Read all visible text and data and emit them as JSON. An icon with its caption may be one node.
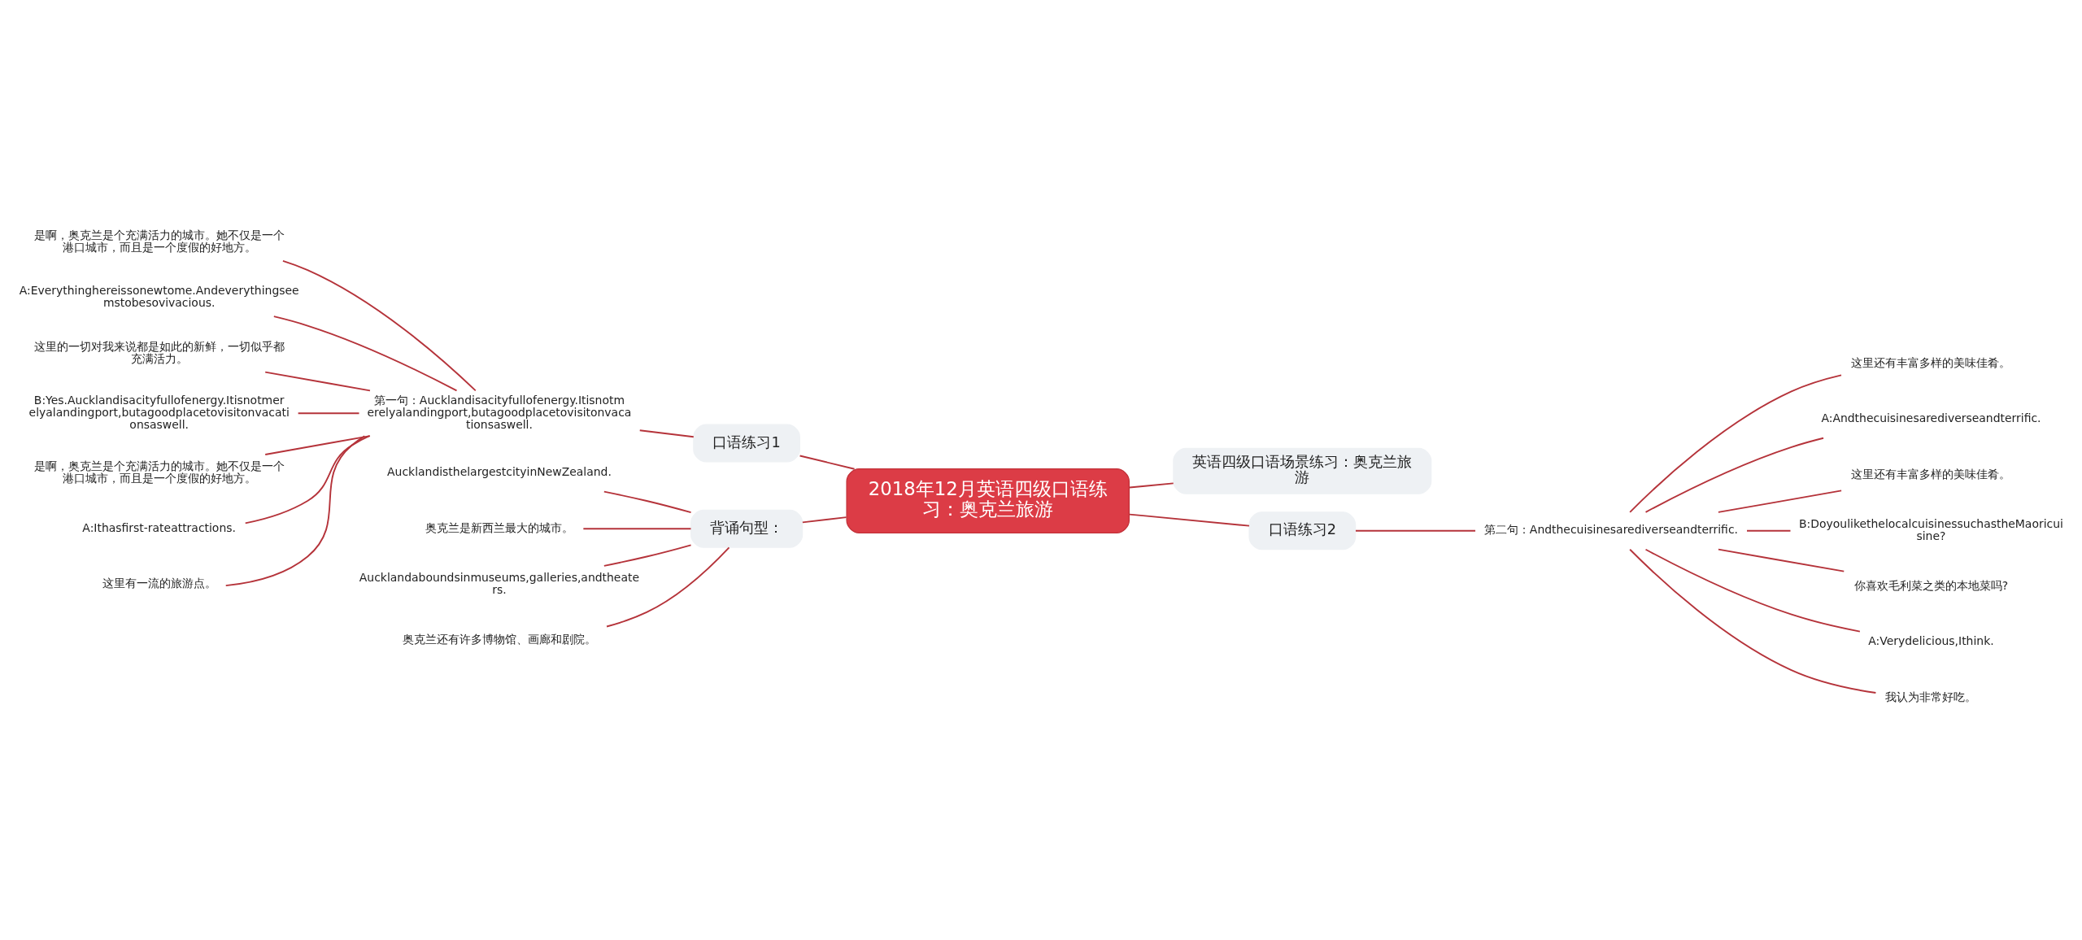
{
  "diagram": {
    "nodes": [
      {
        "text": [
          "2018年12月英语四级口语练习：奥克兰旅游"
        ]
      },
      {
        "text": [
          "口语练习1"
        ]
      },
      {
        "text": [
          "第一句：Aucklandisacityfullofenergy.Itisnotmerelyalandingport,butagoodplacetovisitonvacationsaswell."
        ]
      },
      {
        "text": [
          "是啊，奥克兰是个充满活力的城市。她不仅是一个港口城市，而且是一个度假的好地方。"
        ]
      },
      {
        "text": [
          "A:Everythinghereissonewtome.Andeverythingseemstobesovivacious."
        ]
      },
      {
        "text": [
          "这里的一切对我来说都是如此的新鲜，一切似乎都充满活力。"
        ]
      },
      {
        "text": [
          "B:Yes.Aucklandisacityfullofenergy.Itisnotmerelyalandingport,butagoodplacetovisitonvacationsaswell."
        ]
      },
      {
        "text": [
          "是啊，奥克兰是个充满活力的城市。她不仅是一个港口城市，而且是一个度假的好地方。"
        ]
      },
      {
        "text": [
          "A:Ithasfirst-rateattractions."
        ]
      },
      {
        "text": [
          "这里有一流的旅游点。"
        ]
      },
      {
        "text": [
          "英语四级口语场景练习：奥克兰旅游"
        ]
      },
      {
        "text": [
          "口语练习2"
        ]
      },
      {
        "text": [
          "第二句：Andthecuisinesarediverseandterrific."
        ]
      },
      {
        "text": [
          "这里还有丰富多样的美味佳肴。"
        ]
      },
      {
        "text": [
          "A:Andthecuisinesarediverseandterrific."
        ]
      },
      {
        "text": [
          "这里还有丰富多样的美味佳肴。"
        ]
      },
      {
        "text": [
          "B:DoyoulikethelocalcuisinessuchastheMaoricuisine?"
        ]
      },
      {
        "text": [
          "你喜欢毛利菜之类的本地菜吗?"
        ]
      },
      {
        "text": [
          "A:Verydelicious,Ithink."
        ]
      },
      {
        "text": [
          "我认为非常好吃。"
        ]
      },
      {
        "text": [
          "背诵句型："
        ]
      },
      {
        "text": [
          "AucklandisthelargestcityinNewZealand."
        ]
      },
      {
        "text": [
          "奥克兰是新西兰最大的城市。"
        ]
      },
      {
        "text": [
          "Aucklandaboundsinmuseums,galleries,andtheaters."
        ]
      },
      {
        "text": [
          "奥克兰还有许多博物馆、画廊和剧院。"
        ]
      }
    ],
    "edges": [
      {
        "from": 0,
        "to": 1,
        "arrow": "none"
      },
      {
        "from": 1,
        "to": 2,
        "arrow": "none"
      },
      {
        "from": 2,
        "to": 3,
        "arrow": "none"
      },
      {
        "from": 2,
        "to": 4,
        "arrow": "none"
      },
      {
        "from": 2,
        "to": 5,
        "arrow": "none"
      },
      {
        "from": 2,
        "to": 6,
        "arrow": "none"
      },
      {
        "from": 2,
        "to": 7,
        "arrow": "none"
      },
      {
        "from": 2,
        "to": 8,
        "arrow": "none"
      },
      {
        "from": 2,
        "to": 9,
        "arrow": "none"
      },
      {
        "from": 0,
        "to": 10,
        "arrow": "none"
      },
      {
        "from": 0,
        "to": 11,
        "arrow": "none"
      },
      {
        "from": 11,
        "to": 12,
        "arrow": "none"
      },
      {
        "from": 12,
        "to": 13,
        "arrow": "none"
      },
      {
        "from": 12,
        "to": 14,
        "arrow": "none"
      },
      {
        "from": 12,
        "to": 15,
        "arrow": "none"
      },
      {
        "from": 12,
        "to": 16,
        "arrow": "none"
      },
      {
        "from": 12,
        "to": 17,
        "arrow": "none"
      },
      {
        "from": 12,
        "to": 18,
        "arrow": "none"
      },
      {
        "from": 12,
        "to": 19,
        "arrow": "none"
      },
      {
        "from": 0,
        "to": 20,
        "arrow": "none"
      },
      {
        "from": 20,
        "to": 21,
        "arrow": "none"
      },
      {
        "from": 20,
        "to": 22,
        "arrow": "none"
      },
      {
        "from": 20,
        "to": 23,
        "arrow": "none"
      },
      {
        "from": 20,
        "to": 24,
        "arrow": "none"
      }
    ]
  }
}
